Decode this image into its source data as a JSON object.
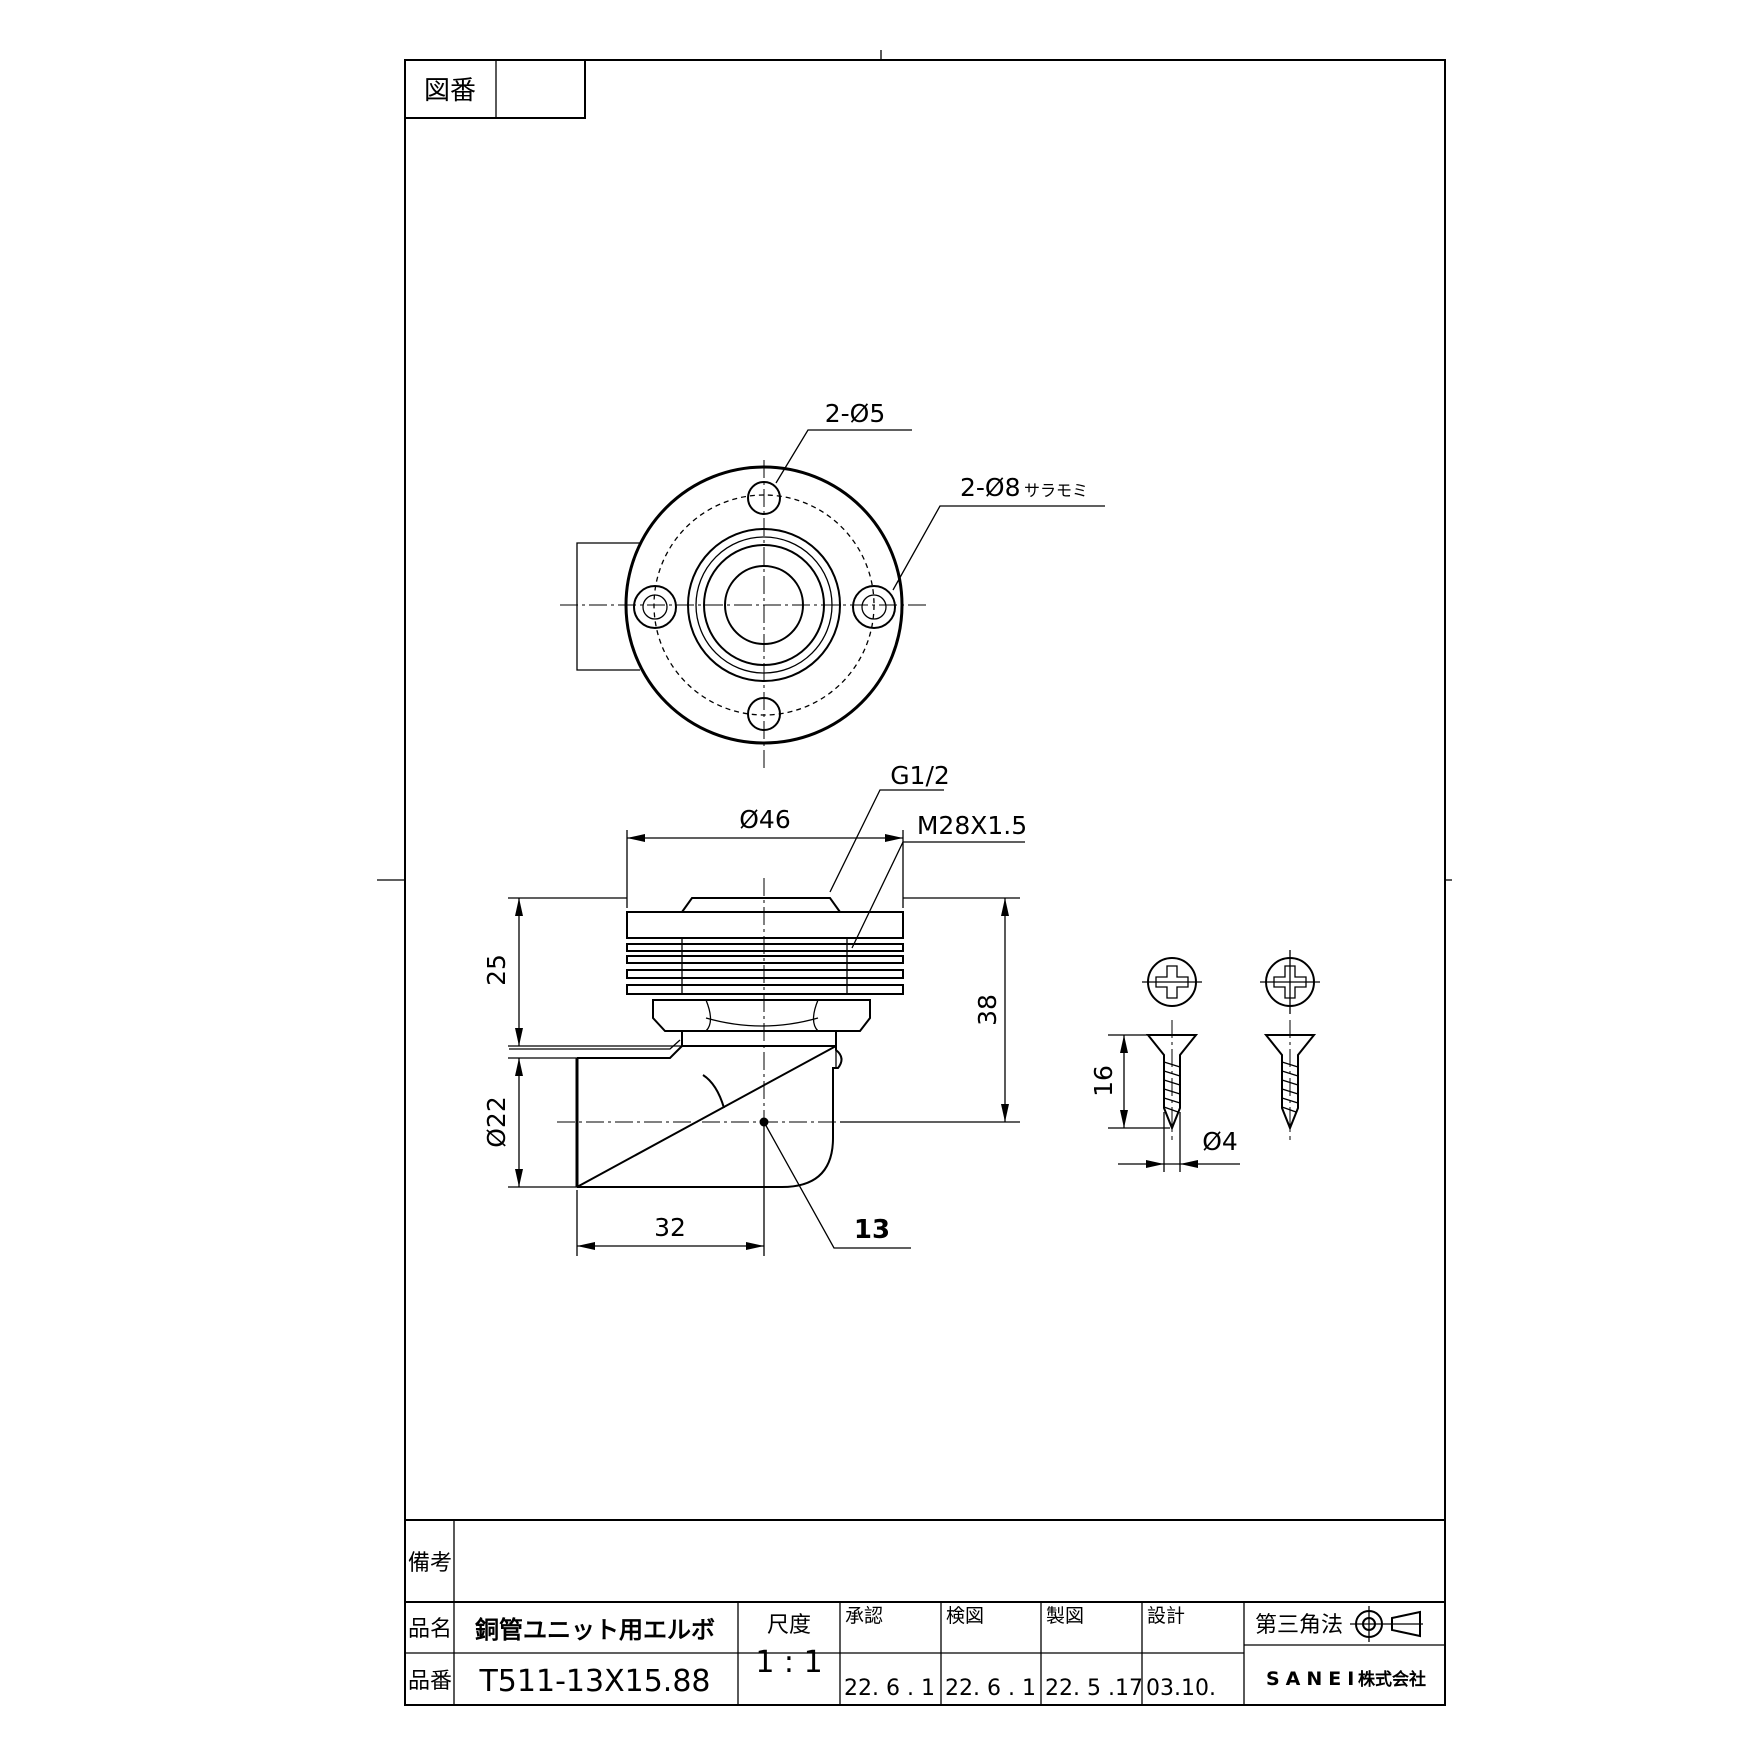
{
  "drawing": {
    "top_view": {
      "hole_label": "2-Ø5",
      "countersink_label": "2-Ø8",
      "countersink_note": "サラモミ"
    },
    "side_view": {
      "thread_g": "G1/2",
      "thread_m": "M28X1.5",
      "dim_diameter_46": "Ø46",
      "dim_25": "25",
      "dim_38": "38",
      "dim_diameter_22": "Ø22",
      "dim_32": "32",
      "size_13": "13"
    },
    "screw": {
      "dim_16": "16",
      "dim_diameter_4": "Ø4"
    }
  },
  "title_block": {
    "drawing_no_label": "図番",
    "drawing_no_value": "",
    "remarks_label": "備考",
    "remarks_value": "",
    "name_label": "品名",
    "name_value": "銅管ユニット用エルボ",
    "part_label": "品番",
    "part_value": "T511-13X15.88",
    "scale_label": "尺度",
    "scale_value": "1 : 1",
    "approval_label": "承認",
    "approval_date": "22. 6 . 1",
    "check_label": "検図",
    "check_date": "22. 6 . 1",
    "draft_label": "製図",
    "draft_date": "22. 5 .17",
    "design_label": "設計",
    "design_date": "03.10.",
    "projection_label": "第三角法",
    "company": "SANEI",
    "company_suffix": "株式会社"
  }
}
